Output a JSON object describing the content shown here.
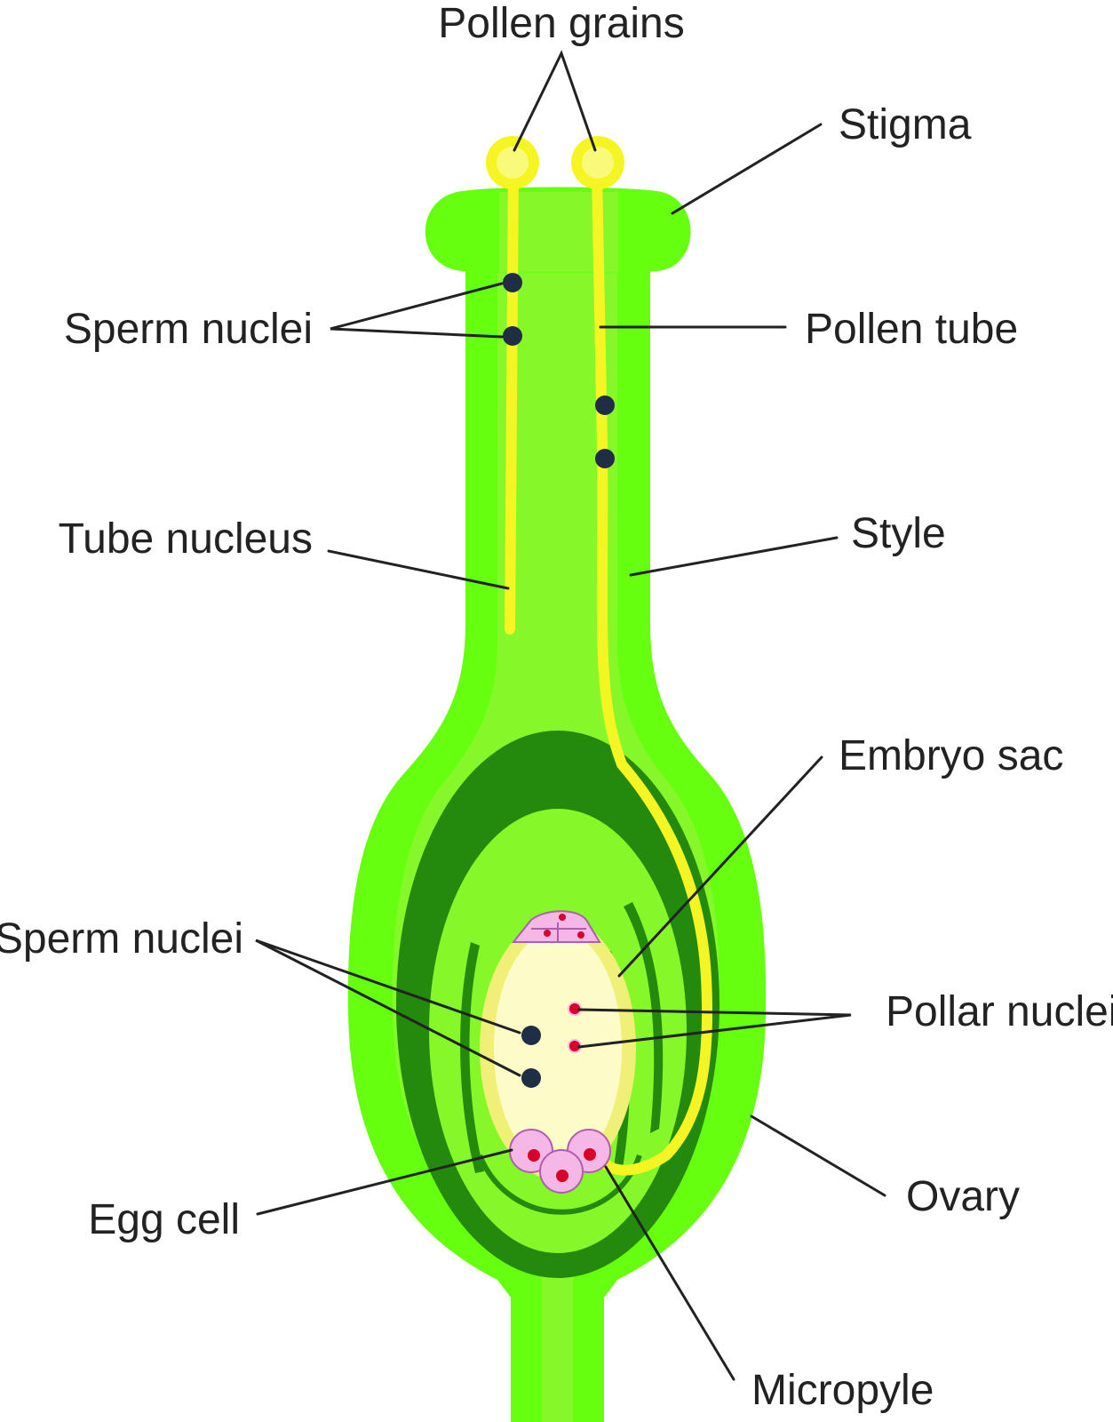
{
  "labels": {
    "pollen_grains": "Pollen grains",
    "stigma": "Stigma",
    "sperm_nuclei_top": "Sperm nuclei",
    "pollen_tube": "Pollen tube",
    "tube_nucleus": "Tube nucleus",
    "style": "Style",
    "embryo_sac": "Embryo sac",
    "sperm_nuclei_bottom": "Sperm nuclei",
    "pollar_nuclei": "Pollar nuclei",
    "egg_cell": "Egg cell",
    "ovary": "Ovary",
    "micropyle": "Micropyle"
  },
  "colors": {
    "light_green": "#66ff10",
    "mid_green": "#86f82a",
    "dark_green": "#238a0e",
    "pollen_yellow": "#f5f523",
    "pollen_yellow_light": "#fafa7a",
    "embryo_sac_fill": "#fdfcc8",
    "embryo_sac_rim": "#f0f078",
    "nucleus_dark": "#1f2d45",
    "egg_pink": "#f5b8e6",
    "egg_dot": "#d6002a",
    "line": "#222222"
  }
}
